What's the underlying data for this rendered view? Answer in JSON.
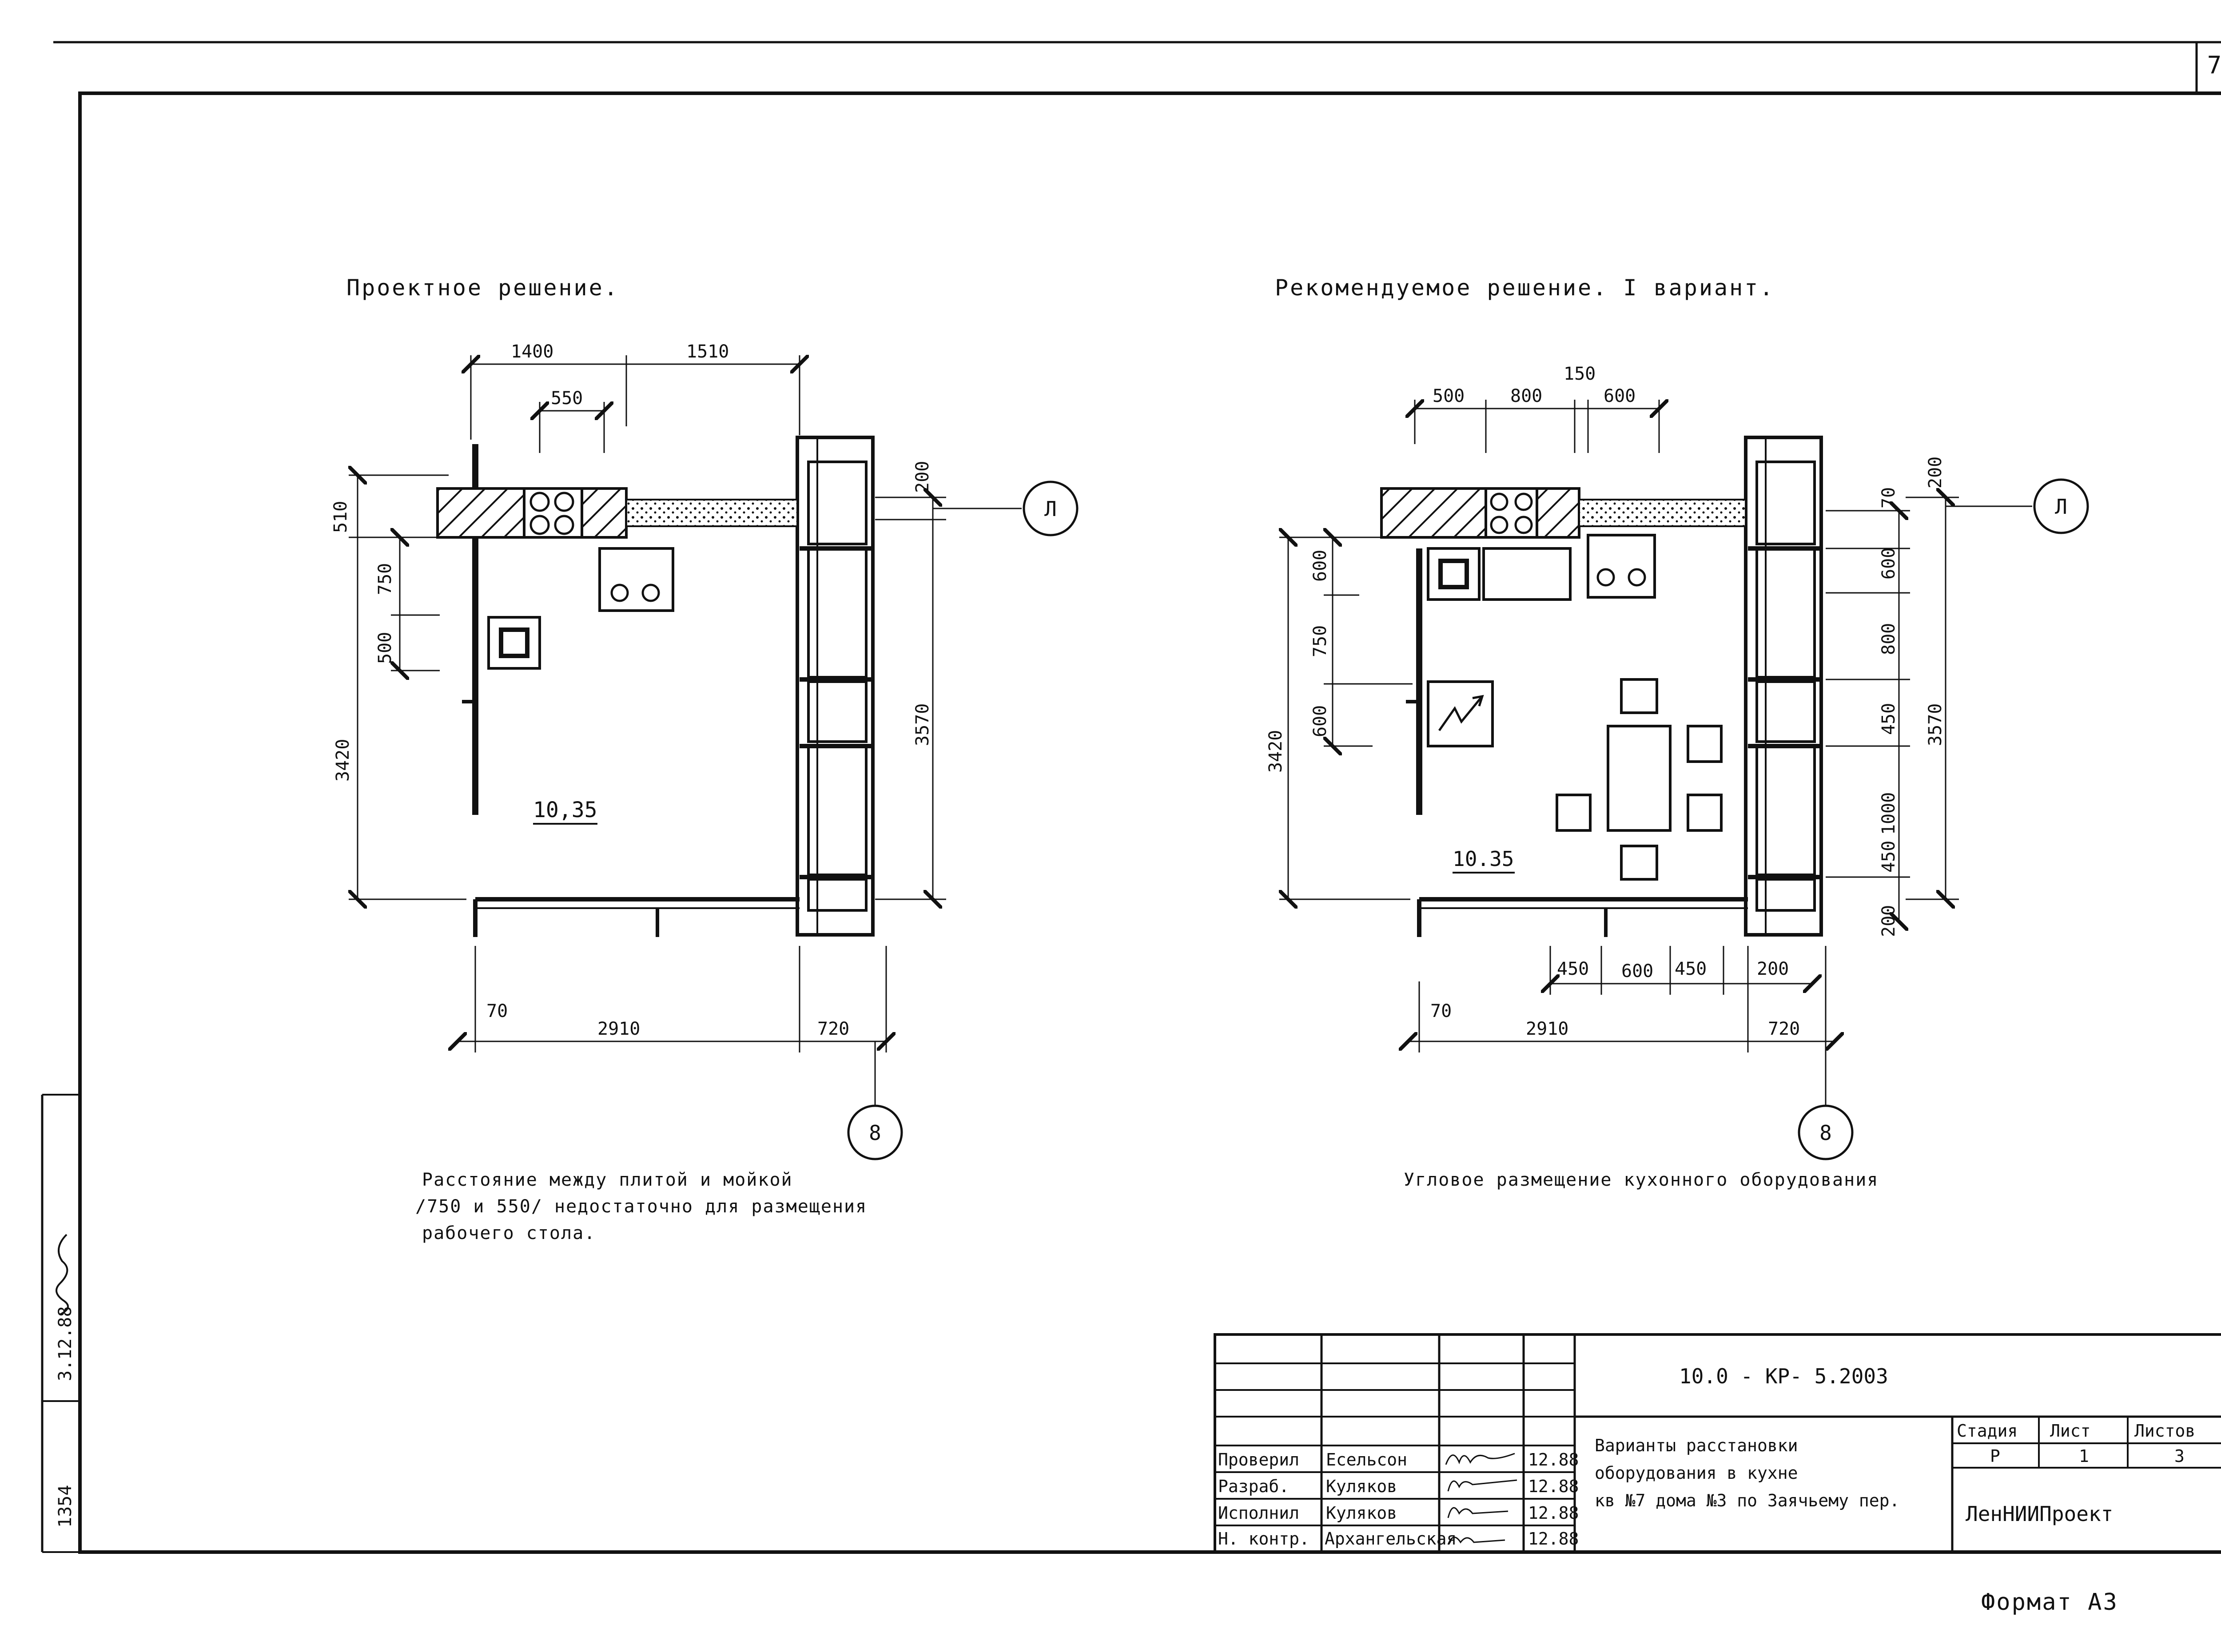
{
  "sheet": {
    "page_number": "7",
    "format_label": "Формат А3"
  },
  "left_plan": {
    "heading": "Проектное решение.",
    "dims_top": [
      "1400",
      "1510",
      "550"
    ],
    "dims_left": [
      "510",
      "750",
      "500",
      "3420"
    ],
    "dims_right": [
      "200",
      "3570"
    ],
    "dims_bottom": [
      "70",
      "2910",
      "720"
    ],
    "area": "10,35",
    "axis_right": "Л",
    "axis_bottom": "8",
    "note_lines": [
      "Расстояние между плитой и мойкой",
      "/750 и 550/ недостаточно для размещения",
      "рабочего стола."
    ]
  },
  "right_plan": {
    "heading": "Рекомендуемое решение. I вариант.",
    "dims_top": [
      "500",
      "800",
      "150",
      "600"
    ],
    "dims_left": [
      "600",
      "750",
      "600",
      "3420"
    ],
    "dims_right_inner": [
      "70",
      "600",
      "800",
      "450",
      "1000",
      "450",
      "200"
    ],
    "dims_right_outer": [
      "200",
      "3570"
    ],
    "dims_bottom_inner": [
      "450",
      "600",
      "450",
      "200"
    ],
    "dims_bottom": [
      "70",
      "2910",
      "720"
    ],
    "area": "10.35",
    "axis_right": "Л",
    "axis_bottom": "8",
    "caption": "Угловое размещение кухонного оборудования"
  },
  "title_block": {
    "doc_code": "10.0 - КР- 5.2003",
    "rows": [
      {
        "role": "Проверил",
        "name": "Есельсон",
        "date": "12.88"
      },
      {
        "role": "Разраб.",
        "name": "Куляков",
        "date": "12.88"
      },
      {
        "role": "Исполнил",
        "name": "Куляков",
        "date": "12.88"
      },
      {
        "role": "Н. контр.",
        "name": "Архангельская",
        "date": "12.88"
      }
    ],
    "description_lines": [
      "Варианты расстановки",
      "оборудования в кухне",
      "кв №7 дома №3 по Заячьему пер."
    ],
    "stage_header": "Стадия",
    "sheet_header": "Лист",
    "sheets_header": "Листов",
    "stage_value": "Р",
    "sheet_value": "1",
    "sheets_value": "3",
    "organization": "ЛенНИИПроект"
  },
  "margin": {
    "stamp_1": "1354",
    "stamp_2": "3.12.88"
  }
}
